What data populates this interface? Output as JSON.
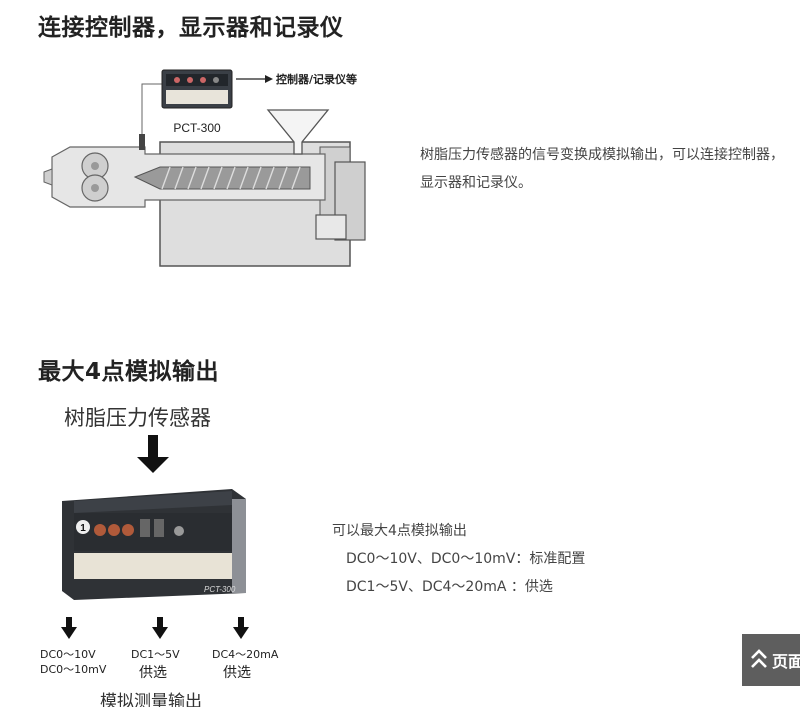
{
  "section1": {
    "title": "连接控制器，显示器和记录仪",
    "description": "树脂压力传感器的信号变换成模拟输出，可以连接控制器，显示器和记录仪。",
    "figure": {
      "controller_label": "控制器/记录仪等",
      "device_model": "PCT-300"
    }
  },
  "section2": {
    "title": "最大4点模拟输出",
    "description": {
      "intro": "可以最大4点模拟输出",
      "line1": "DC0～10V、DC0～10mV：标准配置",
      "line2": "DC1～5V、DC4～20mA ：供选"
    },
    "figure": {
      "top_label": "树脂压力传感器",
      "device_model": "PCT-300",
      "channel_number": "1",
      "output1_line1": "DC0～10V",
      "output1_line2": "DC0～10mV",
      "output2_line1": "DC1～5V",
      "output2_line2": "供选",
      "output3_line1": "DC4～20mA",
      "output3_line2": "供选",
      "bottom_label": "模拟测量输出"
    }
  },
  "page_top_button": {
    "icon": "double-chevron-up-icon",
    "label": "页面"
  }
}
